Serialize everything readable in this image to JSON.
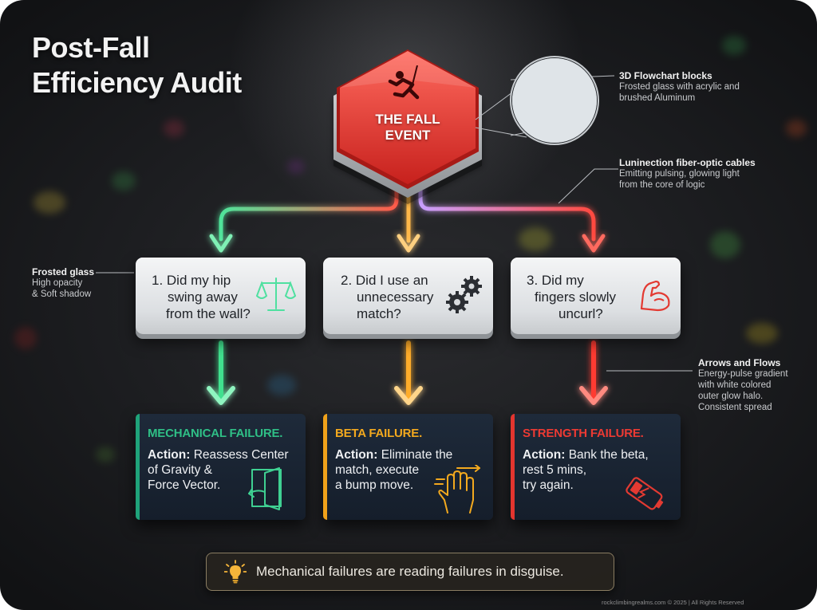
{
  "title": {
    "line1": "Post-Fall",
    "line2": "Efficiency Audit"
  },
  "top_node": {
    "line1": "THE FALL",
    "line2": "EVENT",
    "icon": "falling-climber-icon",
    "color": "#d92b26"
  },
  "questions": [
    {
      "lines": [
        "1. Did my hip",
        "swing away",
        "from the wall?"
      ],
      "icon": "balance-scale-icon"
    },
    {
      "lines": [
        "2. Did I use an",
        "unnecessary",
        "match?"
      ],
      "icon": "gears-icon"
    },
    {
      "lines": [
        "3. Did my",
        "fingers slowly",
        "uncurl?"
      ],
      "icon": "flexed-arm-icon"
    }
  ],
  "outcomes": [
    {
      "heading": "MECHANICAL FAILURE.",
      "action_label": "Action:",
      "action_lines": [
        "Reassess Center",
        "of Gravity &",
        "Force Vector."
      ],
      "color": "#1fa37a",
      "icon": "door-swing-icon"
    },
    {
      "heading": "BETA FAILURE.",
      "action_label": "Action:",
      "action_lines": [
        "Eliminate the",
        "match, execute",
        "a bump move."
      ],
      "color": "#f0a21a",
      "icon": "hand-bump-icon"
    },
    {
      "heading": "STRENGTH FAILURE.",
      "action_label": "Action:",
      "action_lines": [
        "Bank the beta,",
        "rest 5 mins,",
        "try again."
      ],
      "color": "#e3352f",
      "icon": "low-battery-icon"
    }
  ],
  "annotations": {
    "blocks": {
      "title": "3D Flowchart blocks",
      "desc": [
        "Frosted glass with acrylic and",
        "brushed Aluminum"
      ]
    },
    "cables": {
      "title": "Luninection fiber-optic cables",
      "desc": [
        "Emitting pulsing, glowing light",
        "from the core of logic"
      ]
    },
    "glass": {
      "title": "Frosted glass",
      "desc": [
        "High opacity",
        "& Soft shadow"
      ]
    },
    "arrows": {
      "title": "Arrows and Flows",
      "desc": [
        "Energy-pulse gradient",
        "with white colored",
        "outer glow halo.",
        "Consistent spread"
      ]
    }
  },
  "tip": {
    "text": "Mechanical failures are reading failures in disguise.",
    "icon": "lightbulb-icon"
  },
  "credit": "rockclimbingrealms.com © 2025 | All Rights Reserved"
}
